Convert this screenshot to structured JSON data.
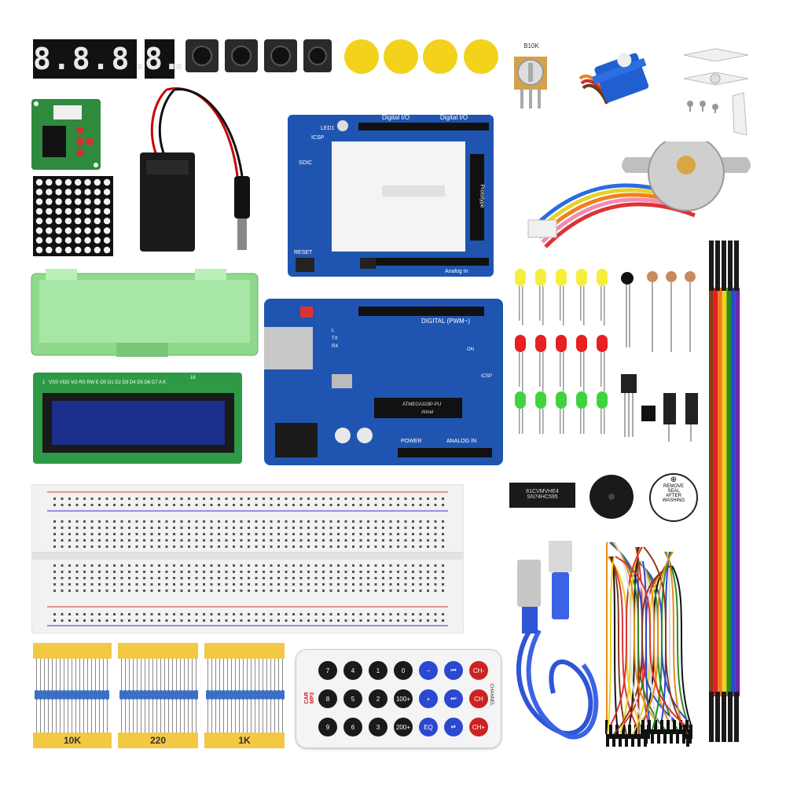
{
  "segment_display": {
    "four_digit_text": "8.8.8.8.",
    "single_digit_text": "8."
  },
  "potentiometer": {
    "label": "B10K"
  },
  "prototype_shield": {
    "labels": [
      "Digital I/O",
      "Digital I/O",
      "ICSP",
      "LED1",
      "SOIC",
      "RESET",
      "Prototype",
      "Analog In"
    ]
  },
  "uno_board": {
    "labels": [
      "DIGITAL (PWM~)",
      "POWER",
      "ANALOG IN",
      "ATMEGA328P-PU",
      "ON",
      "TX",
      "RX",
      "L",
      "ICSP"
    ],
    "chip_text": "ATMEGA328P-PU",
    "brand_text": "Atmel"
  },
  "lcd": {
    "pin_label": "VSS VDD VO RS RW E D0 D1 D2 D3 D4 D5 D6 D7 A K",
    "pin_one": "1",
    "pin_sixteen": "16"
  },
  "shift_register": {
    "line1": "81CVMVHE4",
    "line2": "SN74HC595"
  },
  "buzzer_sticker": {
    "line1": "REMOVE",
    "line2": "SEAL",
    "line3": "AFTER",
    "line4": "WASHING"
  },
  "resistor_strips": [
    {
      "label": "10K"
    },
    {
      "label": "220"
    },
    {
      "label": "1K"
    }
  ],
  "remote": {
    "rows": [
      [
        "7",
        "4",
        "1",
        "0",
        "−",
        "⏮",
        "CH-"
      ],
      [
        "8",
        "5",
        "2",
        "100+",
        "+",
        "⏭",
        "CH"
      ],
      [
        "9",
        "6",
        "3",
        "200+",
        "EQ",
        "⏯",
        "CH+"
      ]
    ],
    "side_label": "CHANNEL",
    "brand_text": "CAR MP3"
  },
  "colors": {
    "pcb_blue": "#1f55b0",
    "pcb_green": "#2e8b3e",
    "key_yellow": "#f2d21b",
    "box_green": "#8fd98e",
    "resistor_tape": "#f3c843",
    "lcd_blue": "#1c2e8c"
  }
}
